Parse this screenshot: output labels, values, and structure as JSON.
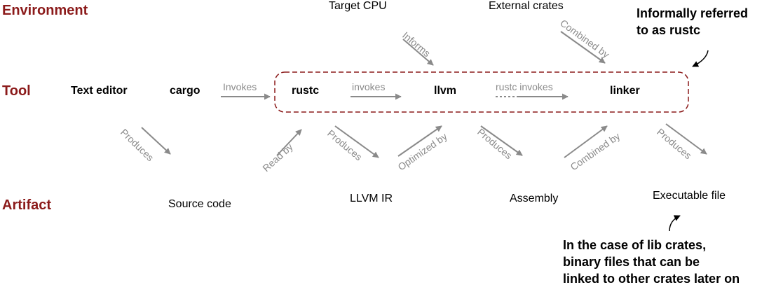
{
  "rows": {
    "environment": "Environment",
    "tool": "Tool",
    "artifact": "Artifact"
  },
  "tools": {
    "text_editor": "Text editor",
    "cargo": "cargo",
    "rustc": "rustc",
    "llvm": "llvm",
    "linker": "linker"
  },
  "environment": {
    "target_cpu": "Target CPU",
    "external_crates": "External crates"
  },
  "artifacts": {
    "source_code": "Source code",
    "llvm_ir": "LLVM IR",
    "assembly": "Assembly",
    "executable": "Executable file"
  },
  "notes": {
    "rustc_line1": "Informally referred",
    "rustc_line2": "to as rustc",
    "lib_line1": "In the case of lib crates,",
    "lib_line2": "binary files that can be",
    "lib_line3": "linked to other crates later on"
  },
  "edges": {
    "invokes_cargo": "Invokes",
    "invokes_llvm": "invokes",
    "rustc_invokes_linker": "rustc invokes",
    "informs": "Informs",
    "combined_by_top": "Combined by",
    "produces_source": "Produces",
    "read_by": "Read by",
    "produces_ir": "Produces",
    "optimized_by": "Optimized by",
    "produces_asm": "Produces",
    "combined_by_bottom": "Combined by",
    "produces_exe": "Produces"
  },
  "colors": {
    "row_label": "#8b1a1a",
    "dashed_box": "#8b1a1a",
    "arrow": "#8a8a8a",
    "text": "#000000"
  }
}
